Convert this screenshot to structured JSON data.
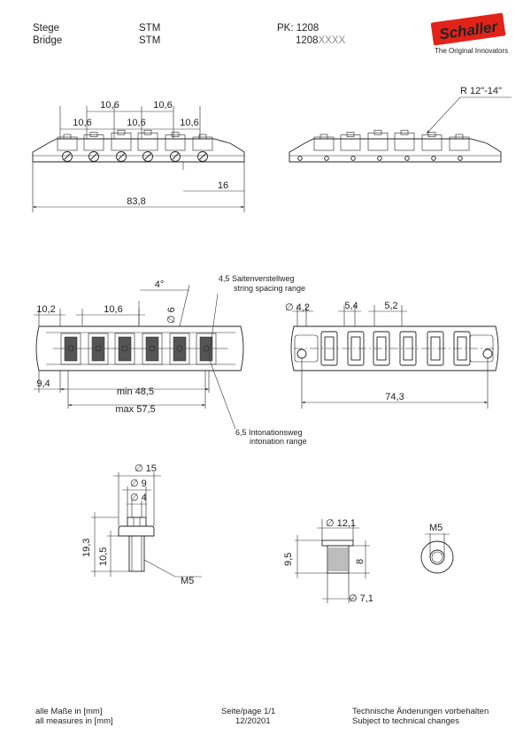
{
  "header": {
    "label_de": "Stege",
    "label_en": "Bridge",
    "model_de": "STM",
    "model_en": "STM",
    "pk_label": "PK: 1208",
    "article_prefix": "1208",
    "article_suffix": "XXXX"
  },
  "brand": {
    "logo_text": "Schaller",
    "tagline": "The Original Innovators",
    "logo_color": "#e2231a"
  },
  "dims": {
    "d10_6": "10,6",
    "d16": "16",
    "d83_8": "83,8",
    "radius": "R 12\"-14\"",
    "d10_2": "10,2",
    "d4deg": "4°",
    "d_dia6": "∅ 6",
    "d9_4": "9,4",
    "min": "min  48,5",
    "max": "max 57,5",
    "spacing_de": "4,5 Saitenverstellweg",
    "spacing_en": "string spacing range",
    "inton_de": "6,5 Intonationsweg",
    "inton_en": "intonation range",
    "d_dia4_2": "∅ 4,2",
    "d5_4": "5,4",
    "d5_2": "5,2",
    "d74_3": "74,3",
    "d_dia15": "∅ 15",
    "d_dia9": "∅ 9",
    "d_dia4": "∅ 4",
    "d19_3": "19,3",
    "d10_5": "10,5",
    "m5": "M5",
    "d_dia12_1": "∅ 12,1",
    "d9_5": "9,5",
    "d8": "8",
    "d_dia7_1": "∅ 7,1"
  },
  "footer": {
    "units_de": "alle Maße in [mm]",
    "units_en": "all measures in [mm]",
    "page": "Seite/page 1/1",
    "date": "12/20201",
    "note_de": "Technische Änderungen vorbehalten",
    "note_en": "Subject to technical changes"
  }
}
